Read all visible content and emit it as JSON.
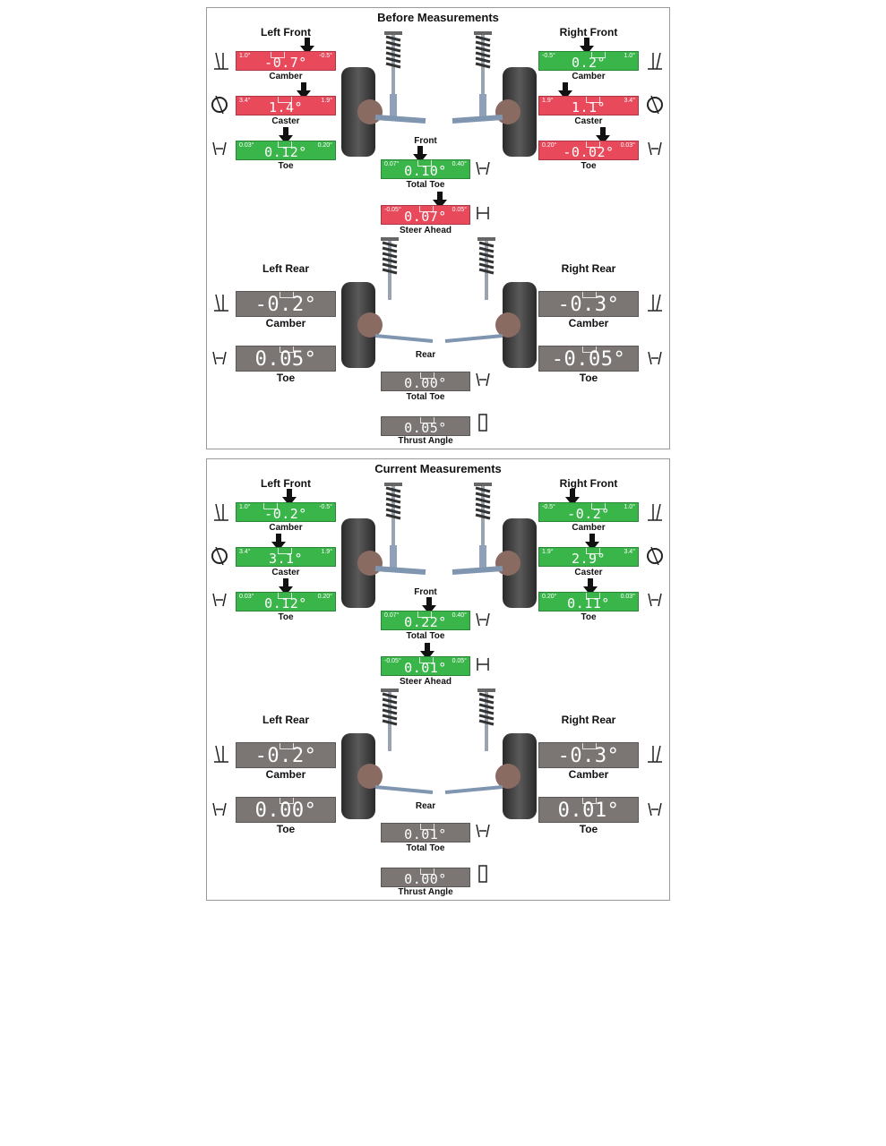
{
  "before": {
    "title": "Before Measurements",
    "left_front": "Left Front",
    "right_front": "Right Front",
    "left_rear": "Left Rear",
    "right_rear": "Right Rear",
    "lf_camber": {
      "value": "-0.7°",
      "lo": "1.0°",
      "hi": "-0.5°",
      "label": "Camber",
      "status": "red"
    },
    "lf_caster": {
      "value": "1.4°",
      "lo": "3.4°",
      "hi": "1.9°",
      "label": "Caster",
      "status": "red"
    },
    "lf_toe": {
      "value": "0.12°",
      "lo": "0.03°",
      "hi": "0.20°",
      "label": "Toe",
      "status": "green"
    },
    "rf_camber": {
      "value": "0.2°",
      "lo": "-0.5°",
      "hi": "1.0°",
      "label": "Camber",
      "status": "green"
    },
    "rf_caster": {
      "value": "1.1°",
      "lo": "1.9°",
      "hi": "3.4°",
      "label": "Caster",
      "status": "red"
    },
    "rf_toe": {
      "value": "-0.02°",
      "lo": "0.20°",
      "hi": "0.03°",
      "label": "Toe",
      "status": "red"
    },
    "front_label": "Front",
    "front_total_toe": {
      "value": "0.10°",
      "lo": "0.07°",
      "hi": "0.40°",
      "label": "Total Toe",
      "status": "green"
    },
    "steer_ahead": {
      "value": "0.07°",
      "lo": "-0.05°",
      "hi": "0.05°",
      "label": "Steer Ahead",
      "status": "red"
    },
    "lr_camber": {
      "value": "-0.2°",
      "label": "Camber"
    },
    "lr_toe": {
      "value": "0.05°",
      "label": "Toe"
    },
    "rr_camber": {
      "value": "-0.3°",
      "label": "Camber"
    },
    "rr_toe": {
      "value": "-0.05°",
      "label": "Toe"
    },
    "rear_label": "Rear",
    "rear_total_toe": {
      "value": "0.00°",
      "label": "Total Toe"
    },
    "thrust_angle": {
      "value": "0.05°",
      "label": "Thrust Angle"
    }
  },
  "current": {
    "title": "Current Measurements",
    "left_front": "Left Front",
    "right_front": "Right Front",
    "left_rear": "Left Rear",
    "right_rear": "Right Rear",
    "lf_camber": {
      "value": "-0.2°",
      "lo": "1.0°",
      "hi": "-0.5°",
      "label": "Camber",
      "status": "green"
    },
    "lf_caster": {
      "value": "3.1°",
      "lo": "3.4°",
      "hi": "1.9°",
      "label": "Caster",
      "status": "green"
    },
    "lf_toe": {
      "value": "0.12°",
      "lo": "0.03°",
      "hi": "0.20°",
      "label": "Toe",
      "status": "green"
    },
    "rf_camber": {
      "value": "-0.2°",
      "lo": "-0.5°",
      "hi": "1.0°",
      "label": "Camber",
      "status": "green"
    },
    "rf_caster": {
      "value": "2.9°",
      "lo": "1.9°",
      "hi": "3.4°",
      "label": "Caster",
      "status": "green"
    },
    "rf_toe": {
      "value": "0.11°",
      "lo": "0.20°",
      "hi": "0.03°",
      "label": "Toe",
      "status": "green"
    },
    "front_label": "Front",
    "front_total_toe": {
      "value": "0.22°",
      "lo": "0.07°",
      "hi": "0.40°",
      "label": "Total Toe",
      "status": "green"
    },
    "steer_ahead": {
      "value": "0.01°",
      "lo": "-0.05°",
      "hi": "0.05°",
      "label": "Steer Ahead",
      "status": "green"
    },
    "lr_camber": {
      "value": "-0.2°",
      "label": "Camber"
    },
    "lr_toe": {
      "value": "0.00°",
      "label": "Toe"
    },
    "rr_camber": {
      "value": "-0.3°",
      "label": "Camber"
    },
    "rr_toe": {
      "value": "0.01°",
      "label": "Toe"
    },
    "rear_label": "Rear",
    "rear_total_toe": {
      "value": "0.01°",
      "label": "Total Toe"
    },
    "thrust_angle": {
      "value": "0.00°",
      "label": "Thrust Angle"
    }
  },
  "colors": {
    "out_of_spec": "#e84a5c",
    "in_spec": "#39b54a",
    "no_spec": "#7b7574"
  }
}
